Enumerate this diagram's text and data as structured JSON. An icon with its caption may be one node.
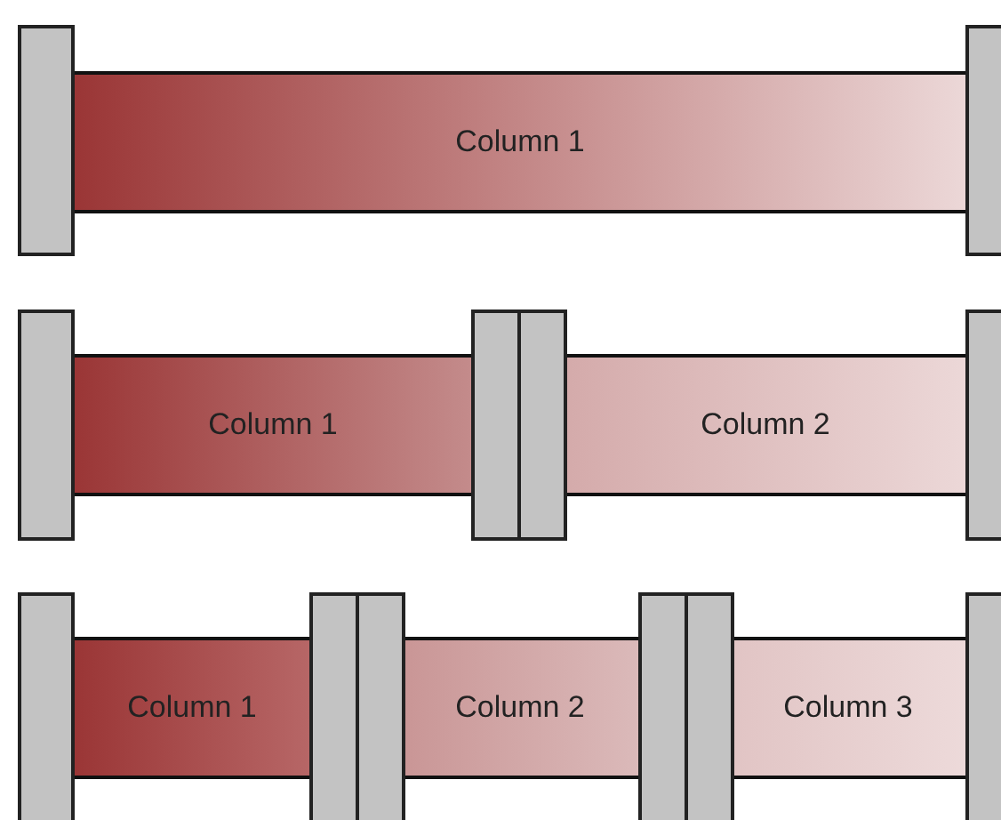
{
  "diagram": {
    "nodes": [
      {
        "text": [],
        "shape": "bar"
      },
      {
        "text": [
          "Column 1"
        ]
      },
      {
        "text": [],
        "shape": "bar"
      },
      {
        "text": [],
        "shape": "bar"
      },
      {
        "text": [
          "Column 1"
        ]
      },
      {
        "text": [],
        "shape": "bar"
      },
      {
        "text": [],
        "shape": "bar"
      },
      {
        "text": [
          "Column 2"
        ]
      },
      {
        "text": [],
        "shape": "bar"
      },
      {
        "text": [],
        "shape": "bar"
      },
      {
        "text": [
          "Column 1"
        ]
      },
      {
        "text": [],
        "shape": "bar"
      },
      {
        "text": [],
        "shape": "bar"
      },
      {
        "text": [
          "Column 2"
        ]
      },
      {
        "text": [],
        "shape": "bar"
      },
      {
        "text": [],
        "shape": "bar"
      },
      {
        "text": [
          "Column 3"
        ]
      },
      {
        "text": [],
        "shape": "bar"
      }
    ]
  }
}
